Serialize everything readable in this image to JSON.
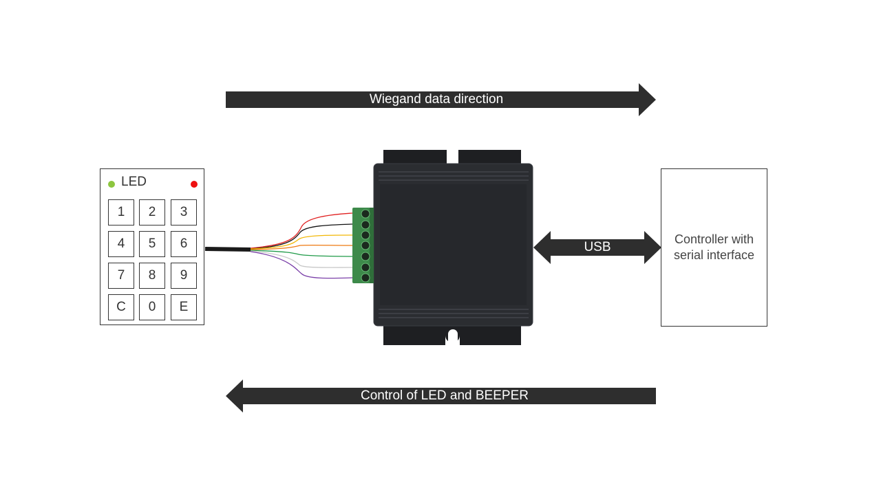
{
  "arrows": {
    "wiegand_label": "Wiegand data direction",
    "usb_label": "USB",
    "control_label": "Control of LED and BEEPER",
    "fill_color": "#2e2e2e"
  },
  "keypad": {
    "led_label": "LED",
    "led_green_color": "#8dc63f",
    "led_red_color": "#ee1111",
    "keys": [
      "1",
      "2",
      "3",
      "4",
      "5",
      "6",
      "7",
      "8",
      "9",
      "C",
      "0",
      "E"
    ]
  },
  "controller": {
    "label_line1": "Controller with",
    "label_line2": "serial interface"
  },
  "device": {
    "body_color": "#2b2d31",
    "terminal_color": "#3d8a4a",
    "wire_colors": [
      "#e02020",
      "#111111",
      "#f2b705",
      "#ee7a12",
      "#1f9a48",
      "#c8c8c8",
      "#7a3fa8"
    ]
  }
}
